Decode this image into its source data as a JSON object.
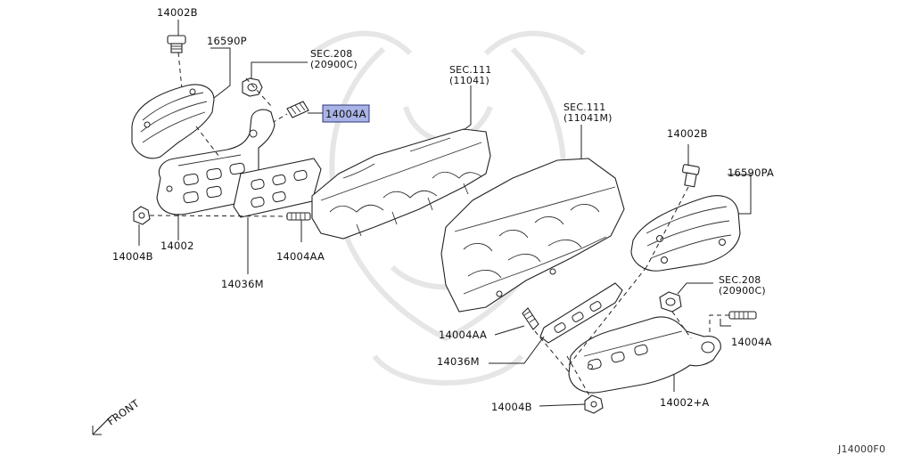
{
  "diagram_code": "J14000F0",
  "direction_label": "FRONT",
  "highlight_color": "#a9b3e6",
  "callouts": {
    "bolt_left_top": "14002B",
    "cover_left": "16590P",
    "sec208_left": {
      "sec": "SEC.208",
      "ref": "(20900C)"
    },
    "stud_highlighted": "14004A",
    "sec111_left": {
      "sec": "SEC.111",
      "ref": "(11041)"
    },
    "sec111_right": {
      "sec": "SEC.111",
      "ref": "(11041M)"
    },
    "bolt_right_top": "14002B",
    "cover_right": "16590PA",
    "nut_left": "14004B",
    "manifold_left": "14002",
    "stud_left_lower": "14004AA",
    "gasket_left": "14036M",
    "sec208_right": {
      "sec": "SEC.208",
      "ref": "(20900C)"
    },
    "stud_right": "14004A",
    "stud_right_lower": "14004AA",
    "gasket_right": "14036M",
    "nut_right": "14004B",
    "manifold_right": "14002+A"
  }
}
